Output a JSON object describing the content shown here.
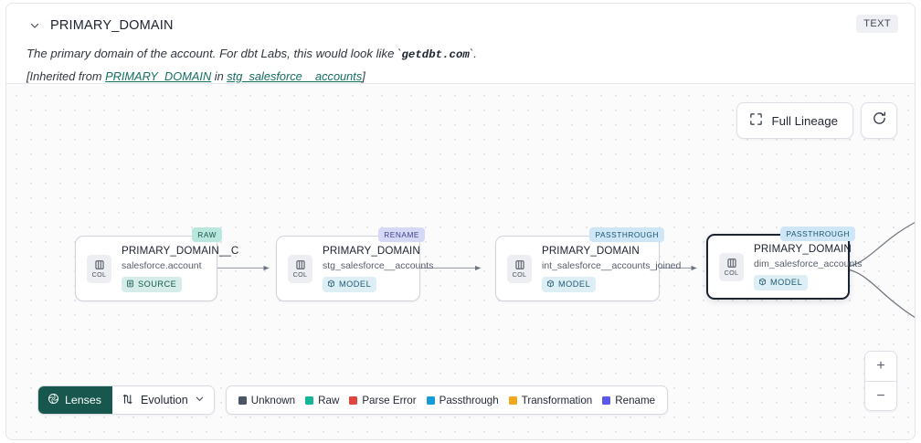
{
  "header": {
    "chevron_icon": "chevron-down-icon",
    "title": "PRIMARY_DOMAIN",
    "type_badge": "TEXT",
    "description_prefix": "The primary domain of the account. For dbt Labs, this would look like `",
    "description_code": "getdbt.com",
    "description_suffix": "`.",
    "inherited_prefix": "[Inherited from ",
    "inherited_link_1": "PRIMARY_DOMAIN",
    "inherited_middle": " in ",
    "inherited_link_2": "stg_salesforce__accounts",
    "inherited_suffix": "]"
  },
  "top_controls": {
    "full_lineage_label": "Full Lineage",
    "full_lineage_icon": "expand-icon",
    "refresh_icon": "refresh-icon"
  },
  "graph": {
    "nodes": [
      {
        "tag": "RAW",
        "tag_class": "raw",
        "chip_label": "COL",
        "chip_icon": "column-icon",
        "name": "PRIMARY_DOMAIN__C",
        "subtitle": "salesforce.account",
        "kind": "SOURCE",
        "kind_icon": "source-icon",
        "selected": false
      },
      {
        "tag": "RENAME",
        "tag_class": "rename",
        "chip_label": "COL",
        "chip_icon": "column-icon",
        "name": "PRIMARY_DOMAIN",
        "subtitle": "stg_salesforce__accounts",
        "kind": "MODEL",
        "kind_icon": "model-icon",
        "selected": false
      },
      {
        "tag": "PASSTHROUGH",
        "tag_class": "passthrough",
        "chip_label": "COL",
        "chip_icon": "column-icon",
        "name": "PRIMARY_DOMAIN",
        "subtitle": "int_salesforce__accounts_joined",
        "kind": "MODEL",
        "kind_icon": "model-icon",
        "selected": false
      },
      {
        "tag": "PASSTHROUGH",
        "tag_class": "passthrough",
        "chip_label": "COL",
        "chip_icon": "column-icon",
        "name": "PRIMARY_DOMAIN",
        "subtitle": "dim_salesforce_accounts",
        "kind": "MODEL",
        "kind_icon": "model-icon",
        "selected": true
      }
    ]
  },
  "bottom_bar": {
    "lenses_label": "Lenses",
    "lenses_icon": "aperture-icon",
    "evolution_label": "Evolution",
    "evolution_icon": "evolution-flow-icon",
    "evolution_chevron_icon": "chevron-down-icon",
    "legend": [
      {
        "label": "Unknown",
        "color": "#4b5563"
      },
      {
        "label": "Raw",
        "color": "#12b79a"
      },
      {
        "label": "Parse Error",
        "color": "#e0453f"
      },
      {
        "label": "Passthrough",
        "color": "#169bd7"
      },
      {
        "label": "Transformation",
        "color": "#f0a81c"
      },
      {
        "label": "Rename",
        "color": "#5b58ea"
      }
    ]
  },
  "zoom_controls": {
    "zoom_in_label": "+",
    "zoom_out_label": "−"
  }
}
